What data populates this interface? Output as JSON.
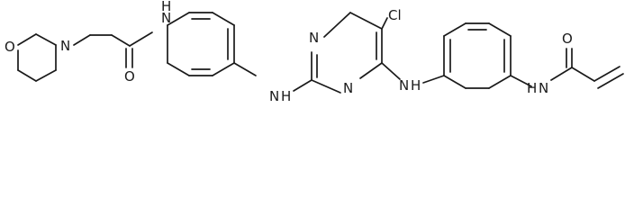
{
  "atoms": {
    "o_morpholine": "O",
    "n_morpholine": "N",
    "o_amide1": "O",
    "nh_amide1": "N",
    "h_amide1": "H",
    "n_pyr_top": "N",
    "n_pyr_bottom": "N",
    "cl": "Cl",
    "nh_link1": "N",
    "h_link1": "H",
    "nh_link2": "N",
    "h_link2": "H",
    "o_acryl": "O",
    "nh_acryl": "N",
    "h_acryl": "H"
  }
}
